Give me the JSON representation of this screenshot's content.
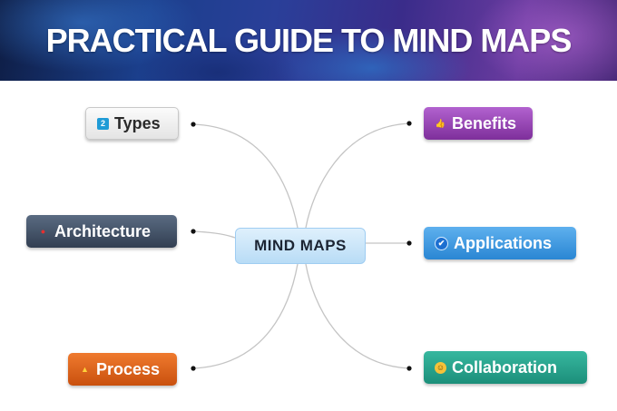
{
  "banner": {
    "title": "PRACTICAL GUIDE TO MIND MAPS"
  },
  "central": {
    "label": "MIND MAPS"
  },
  "branches": {
    "types": {
      "label": "Types",
      "icon": "number-2-icon",
      "icon_glyph": "2"
    },
    "architecture": {
      "label": "Architecture",
      "icon": "red-pin-icon",
      "icon_glyph": "●"
    },
    "process": {
      "label": "Process",
      "icon": "warning-icon",
      "icon_glyph": "▲"
    },
    "benefits": {
      "label": "Benefits",
      "icon": "thumbs-up-icon",
      "icon_glyph": "👍"
    },
    "applications": {
      "label": "Applications",
      "icon": "checkmark-icon",
      "icon_glyph": "✔"
    },
    "collaboration": {
      "label": "Collaboration",
      "icon": "smiley-icon",
      "icon_glyph": "☺"
    }
  },
  "colors": {
    "types": "#e8e8e8",
    "architecture": "#3f4d62",
    "process": "#e06418",
    "benefits": "#9a48b8",
    "applications": "#3f9be0",
    "collaboration": "#26a58d",
    "central": "#c9e5f8",
    "connector": "#c4c4c4"
  }
}
